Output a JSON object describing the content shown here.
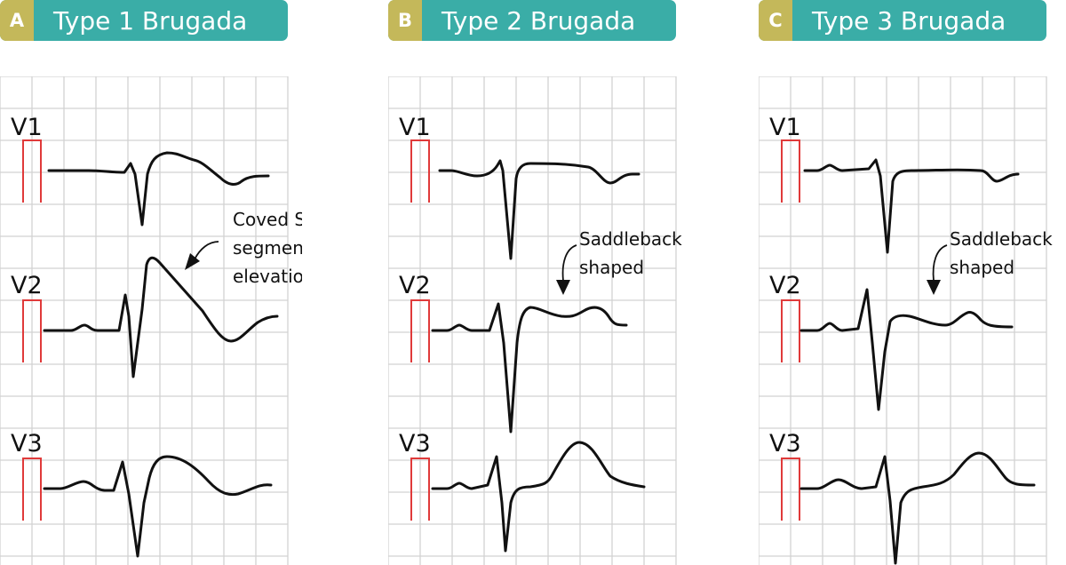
{
  "panels": [
    {
      "letter": "A",
      "title": "Type 1 Brugada",
      "leads": [
        "V1",
        "V2",
        "V3"
      ],
      "annotation": {
        "lines": [
          "Coved ST",
          "segment",
          "elevation"
        ]
      }
    },
    {
      "letter": "B",
      "title": "Type 2 Brugada",
      "leads": [
        "V1",
        "V2",
        "V3"
      ],
      "annotation": {
        "lines": [
          "Saddleback",
          "shaped"
        ]
      }
    },
    {
      "letter": "C",
      "title": "Type 3 Brugada",
      "leads": [
        "V1",
        "V2",
        "V3"
      ],
      "annotation": {
        "lines": [
          "Saddleback",
          "shaped"
        ]
      }
    }
  ],
  "colors": {
    "header": "#3aada7",
    "badge": "#c4b85a",
    "calibration": "#e03a3a",
    "grid": "#d2d2d2",
    "trace": "#111111"
  }
}
